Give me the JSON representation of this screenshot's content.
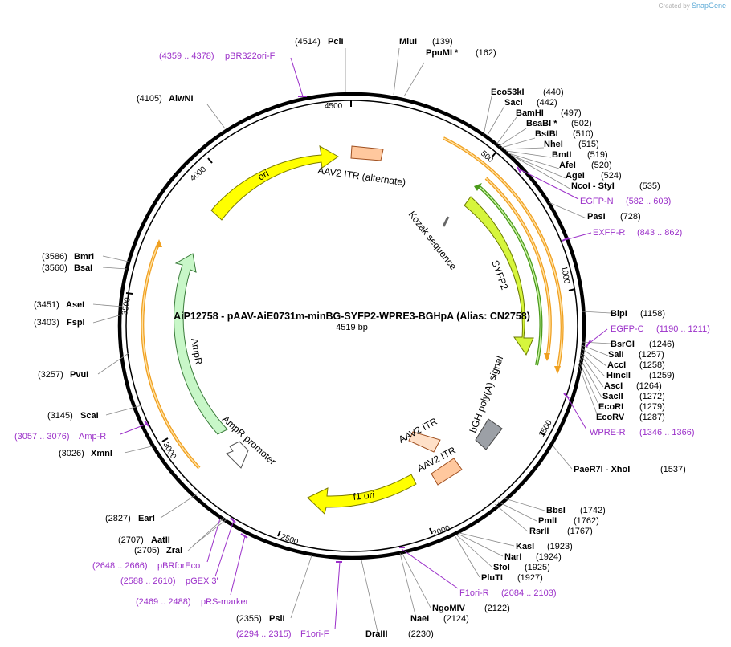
{
  "credit": {
    "prefix": "Created by",
    "brand": "SnapGene"
  },
  "map": {
    "title": "AiP12758 - pAAV-AiE0731m-minBG-SYFP2-WPRE3-BGHpA (Alias: CN2758)",
    "length": "4519 bp"
  },
  "ticks": [
    "500",
    "1000",
    "1500",
    "2000",
    "2500",
    "3000",
    "3500",
    "4000",
    "4500"
  ],
  "features": [
    {
      "label": "AAV2 ITR (alternate)",
      "color": "#ffc89e"
    },
    {
      "label": "Kozak sequence",
      "color": "#888888"
    },
    {
      "label": "SYFP2",
      "color": "#d6f53c"
    },
    {
      "label": "bGH poly(A) signal",
      "color": "#9ca0a6"
    },
    {
      "label": "AAV2 ITR",
      "color": "#ffe0c8"
    },
    {
      "label": "AAV2 ITR",
      "color": "#ffc89e"
    },
    {
      "label": "f1 ori",
      "color": "#ffff00"
    },
    {
      "label": "AmpR promoter",
      "color": "#ffffff"
    },
    {
      "label": "AmpR",
      "color": "#c8f7c8"
    },
    {
      "label": "ori",
      "color": "#ffff00"
    }
  ],
  "enzymes": [
    {
      "name": "PciI",
      "pos": "(4514)"
    },
    {
      "name": "MluI",
      "pos": "(139)"
    },
    {
      "name": "PpuMI *",
      "pos": "(162)"
    },
    {
      "name": "Eco53kI",
      "pos": "(440)"
    },
    {
      "name": "SacI",
      "pos": "(442)"
    },
    {
      "name": "BamHI",
      "pos": "(497)"
    },
    {
      "name": "BsaBI *",
      "pos": "(502)"
    },
    {
      "name": "BstBI",
      "pos": "(510)"
    },
    {
      "name": "NheI",
      "pos": "(515)"
    },
    {
      "name": "BmtI",
      "pos": "(519)"
    },
    {
      "name": "AfeI",
      "pos": "(520)"
    },
    {
      "name": "AgeI",
      "pos": "(524)"
    },
    {
      "name": "NcoI  - StyI",
      "pos": "(535)"
    },
    {
      "name": "PasI",
      "pos": "(728)"
    },
    {
      "name": "BlpI",
      "pos": "(1158)"
    },
    {
      "name": "BsrGI",
      "pos": "(1246)"
    },
    {
      "name": "SalI",
      "pos": "(1257)"
    },
    {
      "name": "AccI",
      "pos": "(1258)"
    },
    {
      "name": "HincII",
      "pos": "(1259)"
    },
    {
      "name": "AscI",
      "pos": "(1264)"
    },
    {
      "name": "SacII",
      "pos": "(1272)"
    },
    {
      "name": "EcoRI",
      "pos": "(1279)"
    },
    {
      "name": "EcoRV",
      "pos": "(1287)"
    },
    {
      "name": "PaeR7I  - XhoI",
      "pos": "(1537)"
    },
    {
      "name": "BbsI",
      "pos": "(1742)"
    },
    {
      "name": "PmlI",
      "pos": "(1762)"
    },
    {
      "name": "RsrII",
      "pos": "(1767)"
    },
    {
      "name": "KasI",
      "pos": "(1923)"
    },
    {
      "name": "NarI",
      "pos": "(1924)"
    },
    {
      "name": "SfoI",
      "pos": "(1925)"
    },
    {
      "name": "PluTI",
      "pos": "(1927)"
    },
    {
      "name": "NgoMIV",
      "pos": "(2122)"
    },
    {
      "name": "NaeI",
      "pos": "(2124)"
    },
    {
      "name": "DraIII",
      "pos": "(2230)"
    },
    {
      "name": "PsiI",
      "pos": "(2355)"
    },
    {
      "name": "ZraI",
      "pos": "(2705)"
    },
    {
      "name": "AatII",
      "pos": "(2707)"
    },
    {
      "name": "EarI",
      "pos": "(2827)"
    },
    {
      "name": "XmnI",
      "pos": "(3026)"
    },
    {
      "name": "ScaI",
      "pos": "(3145)"
    },
    {
      "name": "PvuI",
      "pos": "(3257)"
    },
    {
      "name": "FspI",
      "pos": "(3403)"
    },
    {
      "name": "AseI",
      "pos": "(3451)"
    },
    {
      "name": "BsaI",
      "pos": "(3560)"
    },
    {
      "name": "BmrI",
      "pos": "(3586)"
    },
    {
      "name": "AlwNI",
      "pos": "(4105)"
    }
  ],
  "primers": [
    {
      "name": "pBR322ori-F",
      "range": "(4359 .. 4378)"
    },
    {
      "name": "EGFP-N",
      "range": "(582 .. 603)"
    },
    {
      "name": "EXFP-R",
      "range": "(843 .. 862)"
    },
    {
      "name": "EGFP-C",
      "range": "(1190 .. 1211)"
    },
    {
      "name": "WPRE-R",
      "range": "(1346 .. 1366)"
    },
    {
      "name": "F1ori-R",
      "range": "(2084 .. 2103)"
    },
    {
      "name": "F1ori-F",
      "range": "(2294 .. 2315)"
    },
    {
      "name": "pRS-marker",
      "range": "(2469 .. 2488)"
    },
    {
      "name": "pGEX 3'",
      "range": "(2588 .. 2610)"
    },
    {
      "name": "pBRforEco",
      "range": "(2648 .. 2666)"
    },
    {
      "name": "Amp-R",
      "range": "(3057 .. 3076)"
    }
  ],
  "colors": {
    "primer": "#9b30c9",
    "orf": "#f0a020",
    "backbone": "#000000"
  }
}
